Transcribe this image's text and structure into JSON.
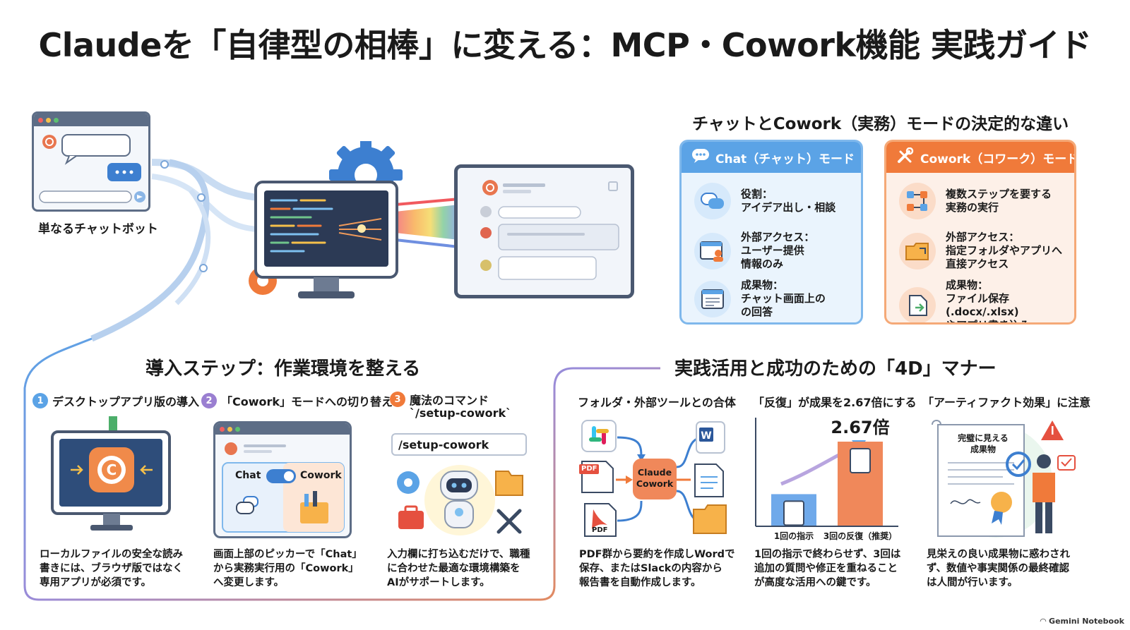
{
  "title": "Claudeを「自律型の相棒」に変える：MCP・Cowork機能 実践ガイド",
  "hero": {
    "chatbot_caption": "単なるチャットボット"
  },
  "comparison": {
    "title": "チャットとCowork（実務）モードの決定的な違い",
    "chat": {
      "header": "Chat（チャット）モード",
      "rows": [
        {
          "icon": "chat-bubbles-icon",
          "text": "役割：\nアイデア出し・相談"
        },
        {
          "icon": "user-window-icon",
          "text": "外部アクセス：\nユーザー提供\n情報のみ"
        },
        {
          "icon": "chat-document-icon",
          "text": "成果物：\nチャット画面上の\nの回答"
        }
      ]
    },
    "cowork": {
      "header": "Cowork（コワーク）モード",
      "rows": [
        {
          "icon": "workflow-steps-icon",
          "text": "複数ステップを要する\n実務の実行"
        },
        {
          "icon": "folder-access-icon",
          "text": "外部アクセス：\n指定フォルダやアプリへ\n直接アクセス"
        },
        {
          "icon": "file-save-icon",
          "text": "成果物：\nファイル保存(.docx/.xlsx)\nやアプリ書き込み"
        }
      ]
    }
  },
  "setup": {
    "title": "導入ステップ：作業環境を整える",
    "steps": [
      {
        "num": "1",
        "label": "デスクトップアプリ版の導入",
        "desc": "ローカルファイルの安全な読み\n書きには、ブラウザ版ではなく\n専用アプリが必須です。"
      },
      {
        "num": "2",
        "label": "「Cowork」モードへの切り替え",
        "desc": "画面上部のピッカーで「Chat」\nから実務実行用の「Cowork」\nへ変更します。",
        "toggle_left": "Chat",
        "toggle_right": "Cowork"
      },
      {
        "num": "3",
        "label": "魔法のコマンド",
        "label2": "`/setup-cowork`",
        "command": "/setup-cowork",
        "desc": "入力欄に打ち込むだけで、職種\nに合わせた最適な環境構築を\nAIがサポートします。"
      }
    ]
  },
  "practice": {
    "title": "実践活用と成功のための「4D」マナー",
    "items": [
      {
        "label": "フォルダ・外部ツールとの合体",
        "hub": "Claude\nCowork",
        "pdf1": "PDF",
        "pdf2": "PDF",
        "desc": "PDF群から要約を作成しWordで\n保存、またはSlackの内容から\n報告書を自動作成します。"
      },
      {
        "label": "「反復」が成果を2.67倍にする",
        "multiplier": "2.67倍",
        "bar1_label": "1回の指示",
        "bar2_label": "3回の反復（推奨）",
        "desc": "1回の指示で終わらせず、3回は\n追加の質問や修正を重ねること\nが高度な活用への鍵です。"
      },
      {
        "label": "「アーティファクト効果」に注意",
        "doc_text": "完璧に見える\n成果物",
        "desc": "見栄えの良い成果物に惑わされ\nず、数値や事実関係の最終確認\nは人間が行います。"
      }
    ]
  },
  "chart_data": {
    "type": "bar",
    "categories": [
      "1回の指示",
      "3回の反復（推奨）"
    ],
    "values": [
      1,
      2.67
    ],
    "annotation": "2.67倍"
  },
  "credit": "Gemini Notebook",
  "colors": {
    "blue": "#3d8fd6",
    "orange": "#f07a3a",
    "purple": "#9a7fd1",
    "navy": "#3a4a63"
  }
}
